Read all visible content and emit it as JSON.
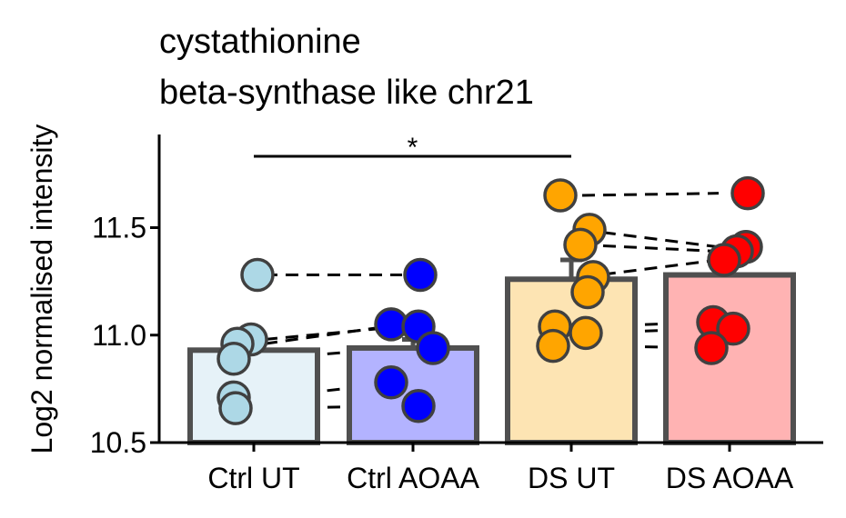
{
  "chart_data": {
    "type": "bar",
    "title_lines": [
      "cystathionine",
      "beta-synthase like chr21"
    ],
    "ylabel": "Log2 normalised intensity",
    "xlabel": "",
    "categories": [
      "Ctrl UT",
      "Ctrl AOAA",
      "DS UT",
      "DS AOAA"
    ],
    "ylim": [
      10.5,
      11.95
    ],
    "yticks": [
      "10.5",
      "11.0",
      "11.5"
    ],
    "means": [
      10.93,
      10.94,
      11.26,
      11.28
    ],
    "errors": [
      0.04,
      0.04,
      0.09,
      0.07
    ],
    "bar_fill": [
      "#e6f2f8",
      "#b3b3ff",
      "#fde4b3",
      "#ffb3b3"
    ],
    "point_colors": [
      "#add8e6",
      "#0000ff",
      "#ffa500",
      "#ff0000"
    ],
    "points": [
      [
        11.28,
        10.98,
        10.96,
        10.89,
        10.71,
        10.66
      ],
      [
        11.28,
        11.05,
        11.04,
        10.94,
        10.78,
        10.67
      ],
      [
        11.65,
        11.49,
        11.42,
        11.27,
        11.2,
        11.04,
        11.01,
        10.95
      ],
      [
        11.66,
        11.41,
        11.39,
        11.35,
        11.06,
        11.03,
        10.94
      ]
    ],
    "paired_lines": [
      {
        "from": 0,
        "to": 1,
        "pairs": [
          [
            11.28,
            11.28
          ],
          [
            10.98,
            11.04
          ],
          [
            10.96,
            11.05
          ],
          [
            10.89,
            10.94
          ],
          [
            10.71,
            10.78
          ],
          [
            10.66,
            10.67
          ]
        ]
      },
      {
        "from": 2,
        "to": 3,
        "pairs": [
          [
            11.65,
            11.66
          ],
          [
            11.49,
            11.41
          ],
          [
            11.42,
            11.39
          ],
          [
            11.27,
            11.35
          ],
          [
            11.04,
            11.06
          ],
          [
            11.01,
            11.03
          ],
          [
            10.95,
            10.94
          ]
        ]
      }
    ],
    "significance": {
      "from": 0,
      "to": 2,
      "label": "*"
    },
    "grid": false,
    "legend": "none"
  }
}
